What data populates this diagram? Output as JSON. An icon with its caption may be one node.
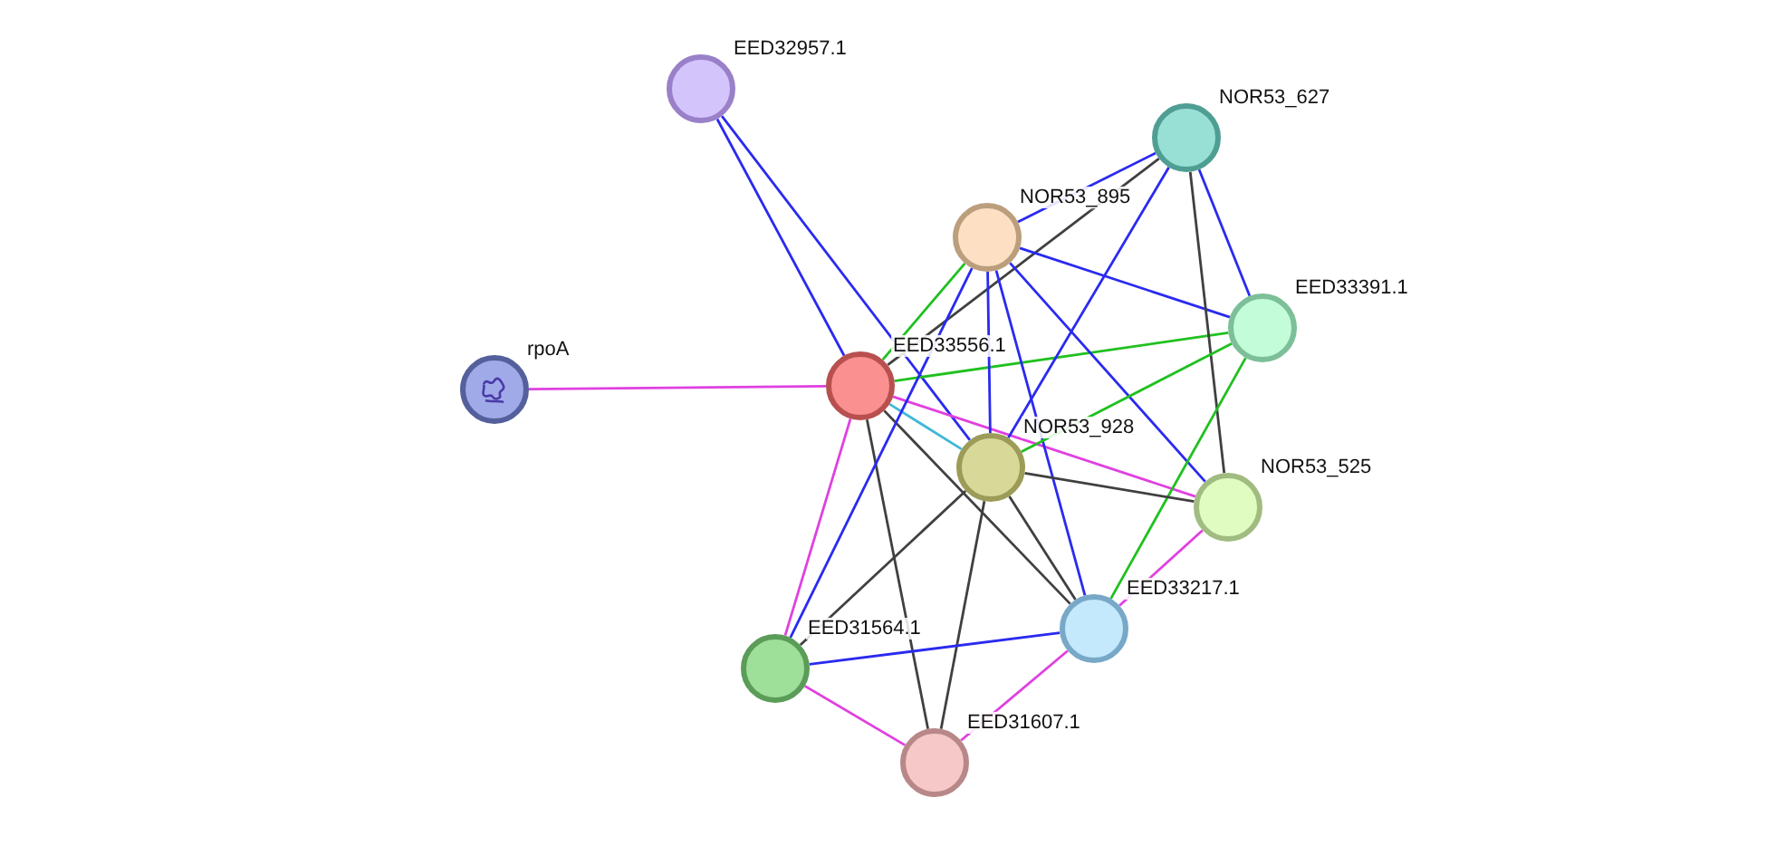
{
  "diagram": {
    "nodes": [
      {
        "text": [],
        "shape": "circle",
        "beside": [
          "EED32957.1"
        ]
      },
      {
        "text": [],
        "shape": "circle",
        "beside": [
          "NOR53_627"
        ]
      },
      {
        "text": [],
        "shape": "circle",
        "beside": [
          "NOR53_895"
        ]
      },
      {
        "text": [],
        "shape": "circle",
        "beside": [
          "EED33391.1"
        ]
      },
      {
        "text": [],
        "shape": "circle",
        "beside": [
          "rpoA"
        ]
      },
      {
        "text": [],
        "shape": "circle",
        "beside": [
          "EED33556.1"
        ]
      },
      {
        "text": [],
        "shape": "circle",
        "beside": [
          "NOR53_928"
        ]
      },
      {
        "text": [],
        "shape": "circle",
        "beside": [
          "NOR53_525"
        ]
      },
      {
        "text": [],
        "shape": "circle",
        "beside": [
          "EED33217.1"
        ]
      },
      {
        "text": [],
        "shape": "circle",
        "beside": [
          "EED31564.1"
        ]
      },
      {
        "text": [],
        "shape": "circle",
        "beside": [
          "EED31607.1"
        ]
      }
    ],
    "edges": [
      {
        "from": 0,
        "to": 5,
        "arrow": "none"
      },
      {
        "from": 0,
        "to": 6,
        "arrow": "none"
      },
      {
        "from": 4,
        "to": 5,
        "arrow": "none",
        "color": "#e040e0"
      },
      {
        "from": 5,
        "to": 1,
        "arrow": "none",
        "color": "#404040"
      },
      {
        "from": 5,
        "to": 2,
        "arrow": "none",
        "color": "#20c020"
      },
      {
        "from": 5,
        "to": 3,
        "arrow": "none",
        "color": "#20c020"
      },
      {
        "from": 5,
        "to": 6,
        "arrow": "none",
        "color": "#40b8d8"
      },
      {
        "from": 5,
        "to": 7,
        "arrow": "none",
        "color": "#e040e0"
      },
      {
        "from": 5,
        "to": 8,
        "arrow": "none",
        "color": "#404040"
      },
      {
        "from": 5,
        "to": 9,
        "arrow": "none",
        "color": "#e040e0"
      },
      {
        "from": 5,
        "to": 10,
        "arrow": "none",
        "color": "#404040"
      },
      {
        "from": 2,
        "to": 1,
        "arrow": "none"
      },
      {
        "from": 2,
        "to": 3,
        "arrow": "none"
      },
      {
        "from": 2,
        "to": 6,
        "arrow": "none"
      },
      {
        "from": 2,
        "to": 7,
        "arrow": "none"
      },
      {
        "from": 2,
        "to": 8,
        "arrow": "none"
      },
      {
        "from": 2,
        "to": 9,
        "arrow": "none"
      },
      {
        "from": 1,
        "to": 3,
        "arrow": "none"
      },
      {
        "from": 1,
        "to": 6,
        "arrow": "none"
      },
      {
        "from": 1,
        "to": 7,
        "arrow": "none",
        "color": "#404040"
      },
      {
        "from": 3,
        "to": 6,
        "arrow": "none",
        "color": "#20c020"
      },
      {
        "from": 3,
        "to": 8,
        "arrow": "none",
        "color": "#20c020"
      },
      {
        "from": 6,
        "to": 7,
        "arrow": "none",
        "color": "#404040"
      },
      {
        "from": 6,
        "to": 8,
        "arrow": "none",
        "color": "#404040"
      },
      {
        "from": 6,
        "to": 9,
        "arrow": "none",
        "color": "#404040"
      },
      {
        "from": 6,
        "to": 10,
        "arrow": "none",
        "color": "#404040"
      },
      {
        "from": 7,
        "to": 8,
        "arrow": "none",
        "color": "#e040e0"
      },
      {
        "from": 8,
        "to": 9,
        "arrow": "none"
      },
      {
        "from": 8,
        "to": 10,
        "arrow": "none",
        "color": "#e040e0"
      },
      {
        "from": 9,
        "to": 10,
        "arrow": "none",
        "color": "#e040e0"
      }
    ]
  }
}
